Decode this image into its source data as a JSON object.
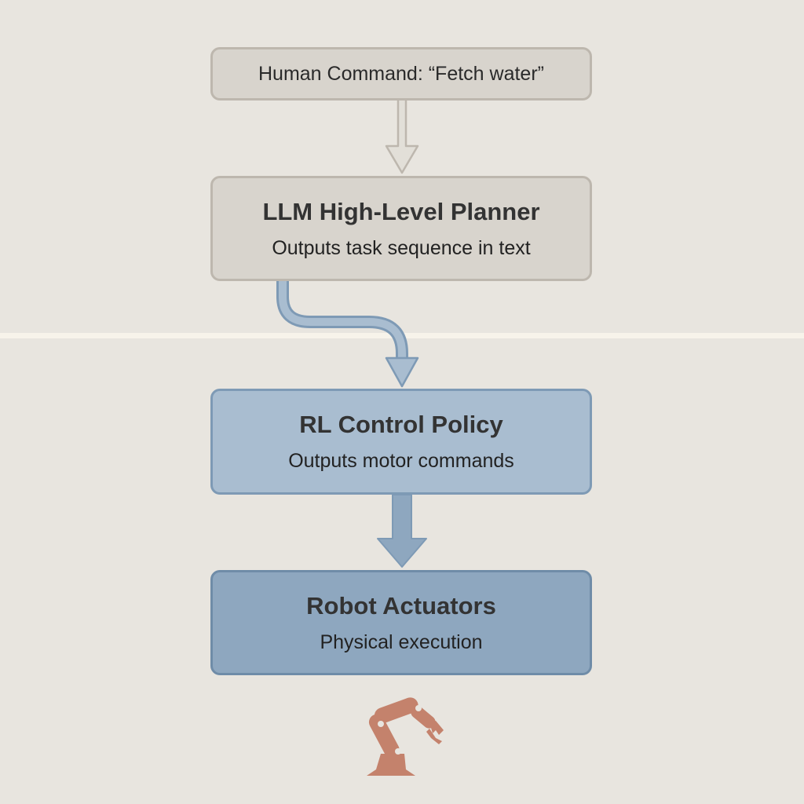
{
  "nodes": {
    "command": {
      "label": "Human Command: “Fetch water”"
    },
    "planner": {
      "title": "LLM High-Level Planner",
      "subtitle": "Outputs task sequence in text"
    },
    "policy": {
      "title": "RL Control Policy",
      "subtitle": "Outputs motor commands"
    },
    "actuators": {
      "title": "Robot Actuators",
      "subtitle": "Physical execution"
    }
  },
  "icons": {
    "robot": "robot-arm-icon"
  },
  "colors": {
    "background": "#e8e5df",
    "gray_box": "#d8d4cd",
    "policy_box": "#a9bdd0",
    "actuator_box": "#8ea7bf",
    "robot": "#c4826c"
  }
}
